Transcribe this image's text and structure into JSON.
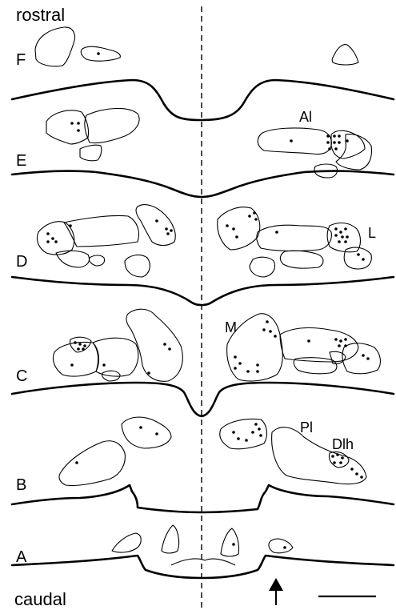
{
  "labels": {
    "top": "rostral",
    "bottom": "caudal"
  },
  "sections": [
    {
      "letter": "F"
    },
    {
      "letter": "E"
    },
    {
      "letter": "D"
    },
    {
      "letter": "C"
    },
    {
      "letter": "B"
    },
    {
      "letter": "A"
    }
  ],
  "region_labels": {
    "al": "Al",
    "l": "L",
    "m": "M",
    "pl": "Pl",
    "dlh": "Dlh"
  },
  "colors": {
    "ink": "#000000",
    "background": "#ffffff"
  },
  "icons": {
    "arrow": "up-arrow-icon",
    "scale_bar": "scale-bar"
  }
}
